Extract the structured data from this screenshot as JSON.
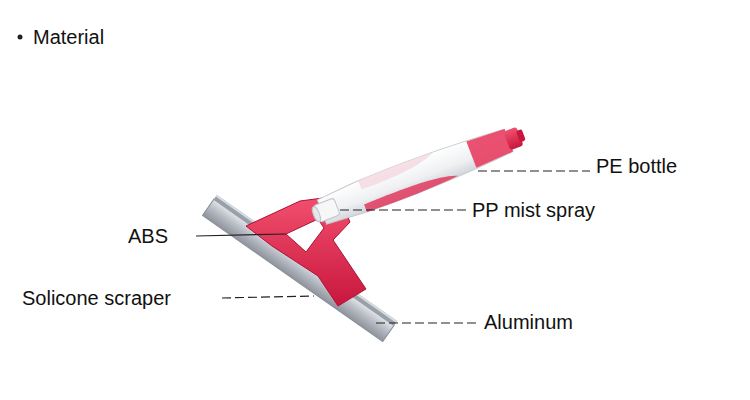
{
  "diagram": {
    "title": "Material",
    "labels": [
      "PE bottle",
      "PP mist spray",
      "ABS",
      "Solicone scraper",
      "Aluminum"
    ]
  }
}
